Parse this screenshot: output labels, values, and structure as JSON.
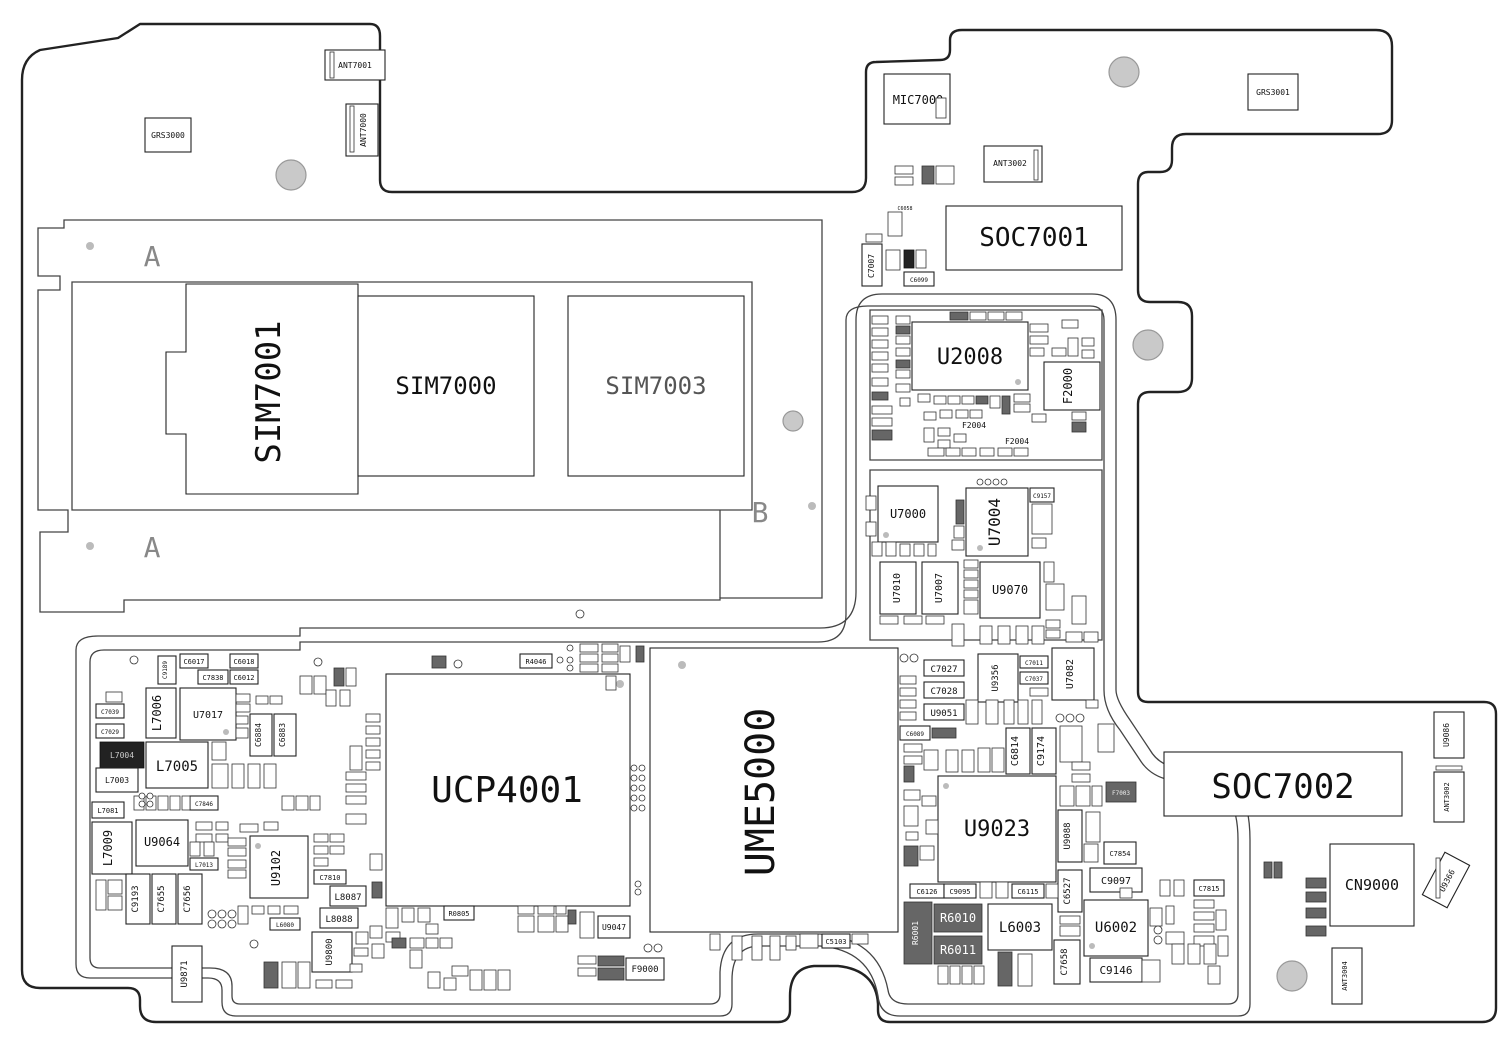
{
  "board_labels": [
    {
      "id": "ANT7001",
      "text": "ANT7001"
    },
    {
      "id": "GRS3000",
      "text": "GRS3000"
    },
    {
      "id": "ANT7000",
      "text": "ANT7000"
    },
    {
      "id": "MIC7000",
      "text": "MIC7000"
    },
    {
      "id": "GRS3001",
      "text": "GRS3001"
    },
    {
      "id": "ANT3002",
      "text": "ANT3002"
    },
    {
      "id": "SOC7001",
      "text": "SOC7001"
    },
    {
      "id": "C7007",
      "text": "C7007"
    },
    {
      "id": "C6099",
      "text": "C6099"
    },
    {
      "id": "C6058",
      "text": "C6058"
    },
    {
      "id": "SIM7001",
      "text": "SIM7001"
    },
    {
      "id": "SIM7000",
      "text": "SIM7000"
    },
    {
      "id": "SIM7003",
      "text": "SIM7003"
    },
    {
      "id": "MARK_A1",
      "text": "A"
    },
    {
      "id": "MARK_A2",
      "text": "A"
    },
    {
      "id": "MARK_B",
      "text": "B"
    },
    {
      "id": "U2008",
      "text": "U2008"
    },
    {
      "id": "F2000",
      "text": "F2000"
    },
    {
      "id": "F2004",
      "text": "F2004"
    },
    {
      "id": "F2004B",
      "text": "F2004"
    },
    {
      "id": "U7000",
      "text": "U7000"
    },
    {
      "id": "U7004",
      "text": "U7004"
    },
    {
      "id": "C9157",
      "text": "C9157"
    },
    {
      "id": "U7010",
      "text": "U7010"
    },
    {
      "id": "U7007",
      "text": "U7007"
    },
    {
      "id": "U9070",
      "text": "U9070"
    },
    {
      "id": "UCP4001",
      "text": "UCP4001"
    },
    {
      "id": "UME5000",
      "text": "UME5000"
    },
    {
      "id": "R4046",
      "text": "R4046"
    },
    {
      "id": "C6017",
      "text": "C6017"
    },
    {
      "id": "C6018",
      "text": "C6018"
    },
    {
      "id": "C7838",
      "text": "C7838"
    },
    {
      "id": "C6012",
      "text": "C6012"
    },
    {
      "id": "C9189",
      "text": "C9189"
    },
    {
      "id": "L7006",
      "text": "L7006"
    },
    {
      "id": "U7017",
      "text": "U7017"
    },
    {
      "id": "C6884",
      "text": "C6884"
    },
    {
      "id": "C6883",
      "text": "C6883"
    },
    {
      "id": "C7039",
      "text": "C7039"
    },
    {
      "id": "C7029",
      "text": "C7029"
    },
    {
      "id": "L7004",
      "text": "L7004"
    },
    {
      "id": "L7005",
      "text": "L7005"
    },
    {
      "id": "L7003",
      "text": "L7003"
    },
    {
      "id": "C7846",
      "text": "C7846"
    },
    {
      "id": "L7081",
      "text": "L7081"
    },
    {
      "id": "L7009",
      "text": "L7009"
    },
    {
      "id": "U9064",
      "text": "U9064"
    },
    {
      "id": "L7013",
      "text": "L7013"
    },
    {
      "id": "U9102",
      "text": "U9102"
    },
    {
      "id": "C7810",
      "text": "C7810"
    },
    {
      "id": "L8087",
      "text": "L8087"
    },
    {
      "id": "L8088",
      "text": "L8088"
    },
    {
      "id": "L6080",
      "text": "L6080"
    },
    {
      "id": "C9193",
      "text": "C9193"
    },
    {
      "id": "C7655",
      "text": "C7655"
    },
    {
      "id": "C7656",
      "text": "C7656"
    },
    {
      "id": "U9800",
      "text": "U9800"
    },
    {
      "id": "U9871",
      "text": "U9871"
    },
    {
      "id": "R0805",
      "text": "R0805"
    },
    {
      "id": "U9047",
      "text": "U9047"
    },
    {
      "id": "F9000",
      "text": "F9000"
    },
    {
      "id": "C5103",
      "text": "C5103"
    },
    {
      "id": "C7027",
      "text": "C7027"
    },
    {
      "id": "C7028",
      "text": "C7028"
    },
    {
      "id": "U9356",
      "text": "U9356"
    },
    {
      "id": "C7011",
      "text": "C7011"
    },
    {
      "id": "C7037",
      "text": "C7037"
    },
    {
      "id": "U7082",
      "text": "U7082"
    },
    {
      "id": "U9051",
      "text": "U9051"
    },
    {
      "id": "C6814",
      "text": "C6814"
    },
    {
      "id": "C9174",
      "text": "C9174"
    },
    {
      "id": "C6089",
      "text": "C6089"
    },
    {
      "id": "F7003",
      "text": "F7003"
    },
    {
      "id": "U9023",
      "text": "U9023"
    },
    {
      "id": "U9088",
      "text": "U9088"
    },
    {
      "id": "C7854",
      "text": "C7854"
    },
    {
      "id": "C9097",
      "text": "C9097"
    },
    {
      "id": "C6126",
      "text": "C6126"
    },
    {
      "id": "C9095",
      "text": "C9095"
    },
    {
      "id": "C6115",
      "text": "C6115"
    },
    {
      "id": "C6527",
      "text": "C6527"
    },
    {
      "id": "R6010",
      "text": "R6010"
    },
    {
      "id": "R6011",
      "text": "R6011"
    },
    {
      "id": "R6001",
      "text": "R6001"
    },
    {
      "id": "L6003",
      "text": "L6003"
    },
    {
      "id": "U6002",
      "text": "U6002"
    },
    {
      "id": "C7658",
      "text": "C7658"
    },
    {
      "id": "C9146",
      "text": "C9146"
    },
    {
      "id": "C7815",
      "text": "C7815"
    },
    {
      "id": "SOC7002",
      "text": "SOC7002"
    },
    {
      "id": "U9086",
      "text": "U9086"
    },
    {
      "id": "ANT3002B",
      "text": "ANT3002"
    },
    {
      "id": "CN9000",
      "text": "CN9000"
    },
    {
      "id": "U9366",
      "text": "U9366"
    },
    {
      "id": "ANT3004",
      "text": "ANT3004"
    }
  ]
}
